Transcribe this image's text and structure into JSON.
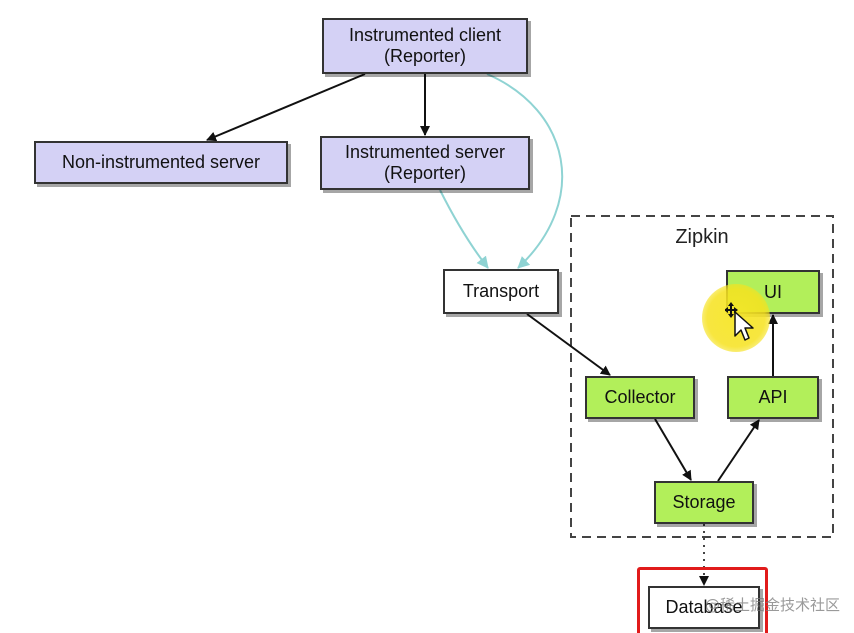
{
  "diagram": {
    "nodes": {
      "client": {
        "lines": [
          "Instrumented client",
          "(Reporter)"
        ]
      },
      "nonserver": {
        "lines": [
          "Non-instrumented server"
        ]
      },
      "server": {
        "lines": [
          "Instrumented server",
          "(Reporter)"
        ]
      },
      "transport": {
        "lines": [
          "Transport"
        ]
      },
      "collector": {
        "lines": [
          "Collector"
        ]
      },
      "api": {
        "lines": [
          "API"
        ]
      },
      "ui": {
        "lines": [
          "UI"
        ]
      },
      "storage": {
        "lines": [
          "Storage"
        ]
      },
      "database": {
        "lines": [
          "Database"
        ]
      }
    },
    "group_label": "Zipkin",
    "edges": [
      {
        "from": "client",
        "to": "nonserver",
        "style": "solid"
      },
      {
        "from": "client",
        "to": "server",
        "style": "solid"
      },
      {
        "from": "client",
        "to": "transport",
        "style": "reporting"
      },
      {
        "from": "server",
        "to": "transport",
        "style": "reporting"
      },
      {
        "from": "transport",
        "to": "collector",
        "style": "solid"
      },
      {
        "from": "collector",
        "to": "storage",
        "style": "solid"
      },
      {
        "from": "storage",
        "to": "api",
        "style": "solid"
      },
      {
        "from": "api",
        "to": "ui",
        "style": "solid"
      },
      {
        "from": "storage",
        "to": "database",
        "style": "dotted"
      }
    ],
    "colors": {
      "instrumented_fill": "#d4d1f5",
      "zipkin_fill": "#b2ef5a",
      "reporting_edge": "#8fd3d3",
      "highlight": "#e11b1b",
      "cursor_halo": "#f6e428"
    }
  },
  "watermark": "@稀土掘金技术社区"
}
